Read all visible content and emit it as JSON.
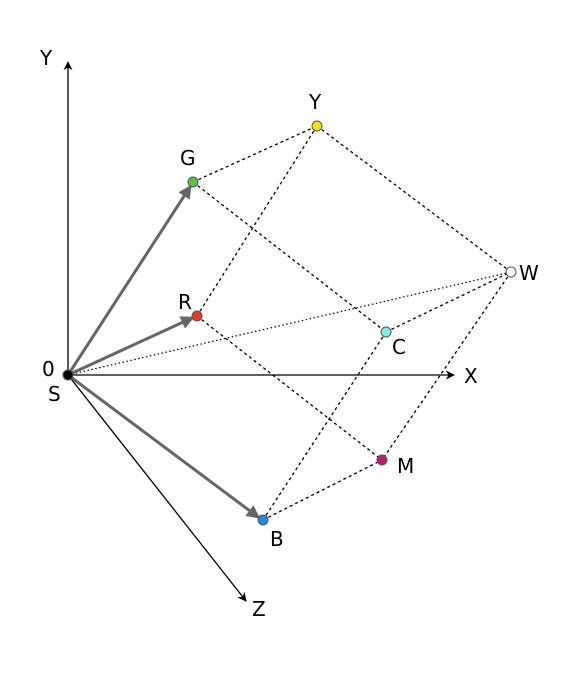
{
  "axes": {
    "y_label": "Y",
    "x_label": "X",
    "z_label": "Z",
    "origin_value": "0",
    "origin_label": "S"
  },
  "points": {
    "G": {
      "label": "G",
      "color": "#55c43a"
    },
    "Y": {
      "label": "Y",
      "color": "#f6e20a"
    },
    "R": {
      "label": "R",
      "color": "#e63b1f"
    },
    "W": {
      "label": "W",
      "color": "#ffffff"
    },
    "C": {
      "label": "C",
      "color": "#7ff0e6"
    },
    "M": {
      "label": "M",
      "color": "#c4186e"
    },
    "B": {
      "label": "B",
      "color": "#1f8fe0"
    },
    "S": {
      "color": "#000000"
    }
  }
}
